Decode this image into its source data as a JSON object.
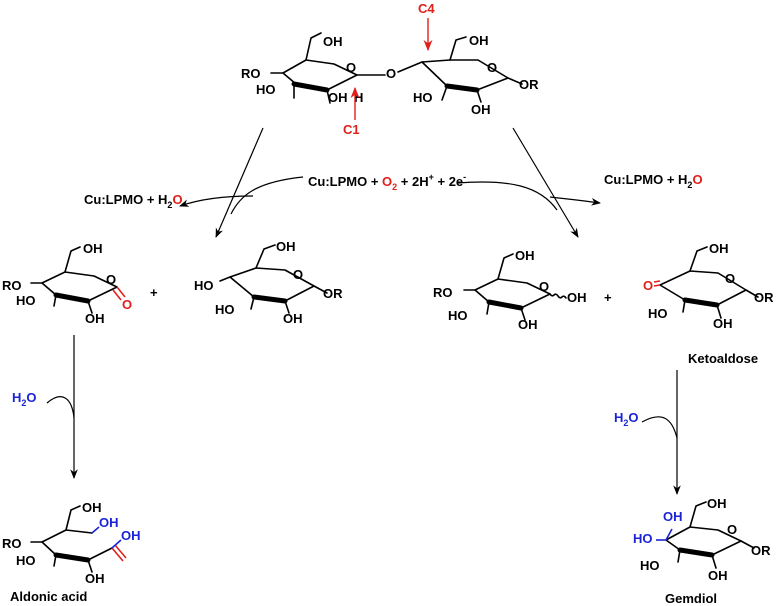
{
  "top": {
    "c4_label": "C4",
    "c1_label": "C1",
    "ring_left": {
      "ro": "RO",
      "oh_ch2": "OH",
      "ho_c3": "HO",
      "oh_c2": "OH",
      "h_c1": "H",
      "ring_o": "O"
    },
    "glyco_o": "O",
    "ring_right": {
      "oh_ch2": "OH",
      "ho_c3": "HO",
      "oh_c2": "OH",
      "ring_o": "O",
      "or": "OR"
    }
  },
  "center_reagents": {
    "prefix": "Cu:LPMO + ",
    "o2": "O",
    "o2_sub": "2",
    "mid": " + 2H",
    "mid_sup": "+",
    "tail": " + 2e",
    "tail_sup": "-"
  },
  "left_byproduct": {
    "prefix": "Cu:LPMO + H",
    "sub": "2",
    "o": "O"
  },
  "right_byproduct": {
    "prefix": "Cu:LPMO + H",
    "sub": "2",
    "o": "O"
  },
  "plus": "+",
  "lactone": {
    "oh_ch2": "OH",
    "ro": "RO",
    "ho_c3": "HO",
    "oh_c2": "OH",
    "ring_o": "O",
    "carbonyl_o": "O"
  },
  "glucoside_left": {
    "oh_ch2": "OH",
    "ho_c4": "HO",
    "ho_c3": "HO",
    "oh_c2": "OH",
    "ring_o": "O",
    "or": "OR"
  },
  "hemiacetal": {
    "oh_ch2": "OH",
    "ro": "RO",
    "ho_c3": "HO",
    "oh_c2": "OH",
    "ring_o": "O",
    "oh_c1": "OH"
  },
  "ketoaldose": {
    "oh_ch2": "OH",
    "keto_o": "O",
    "ho_c3": "HO",
    "oh_c2": "OH",
    "ring_o": "O",
    "or": "OR",
    "caption": "Ketoaldose"
  },
  "water_left": {
    "h": "H",
    "sub": "2",
    "o": "O"
  },
  "water_right": {
    "h": "H",
    "sub": "2",
    "o": "O"
  },
  "aldonic": {
    "oh_ch2": "OH",
    "ro": "RO",
    "oh_c5": "OH",
    "ho_c3": "HO",
    "oh_c2": "OH",
    "oh_acid": "OH",
    "caption": "Aldonic acid"
  },
  "gemdiol": {
    "oh_top": "OH",
    "ho_blue": "HO",
    "oh_ch2": "OH",
    "ho_c3": "HO",
    "oh_c2": "OH",
    "ring_o": "O",
    "or": "OR",
    "caption": "Gemdiol"
  },
  "colors": {
    "oxidant_red": "#e0201b",
    "water_blue": "#1a24d6"
  }
}
